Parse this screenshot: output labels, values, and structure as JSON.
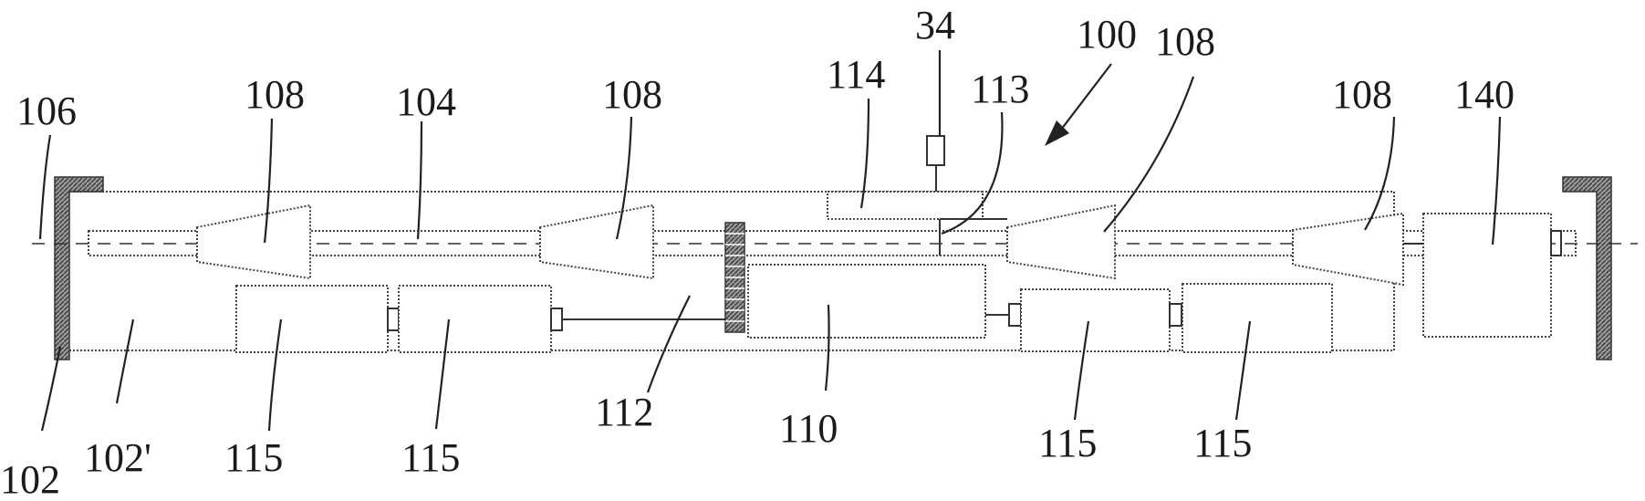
{
  "labels": {
    "l106": "106",
    "l108a": "108",
    "l104": "104",
    "l108b": "108",
    "l114": "114",
    "l34": "34",
    "l113": "113",
    "l100": "100",
    "l108c": "108",
    "l108d": "108",
    "l140": "140",
    "l112": "112",
    "l110": "110",
    "l115a": "115",
    "l115b": "115",
    "l115c": "115",
    "l115d": "115",
    "l102": "102",
    "l102p": "102'"
  },
  "colors": {
    "line": "#333333",
    "hatch": "#555555",
    "text": "#1a1a1a"
  }
}
